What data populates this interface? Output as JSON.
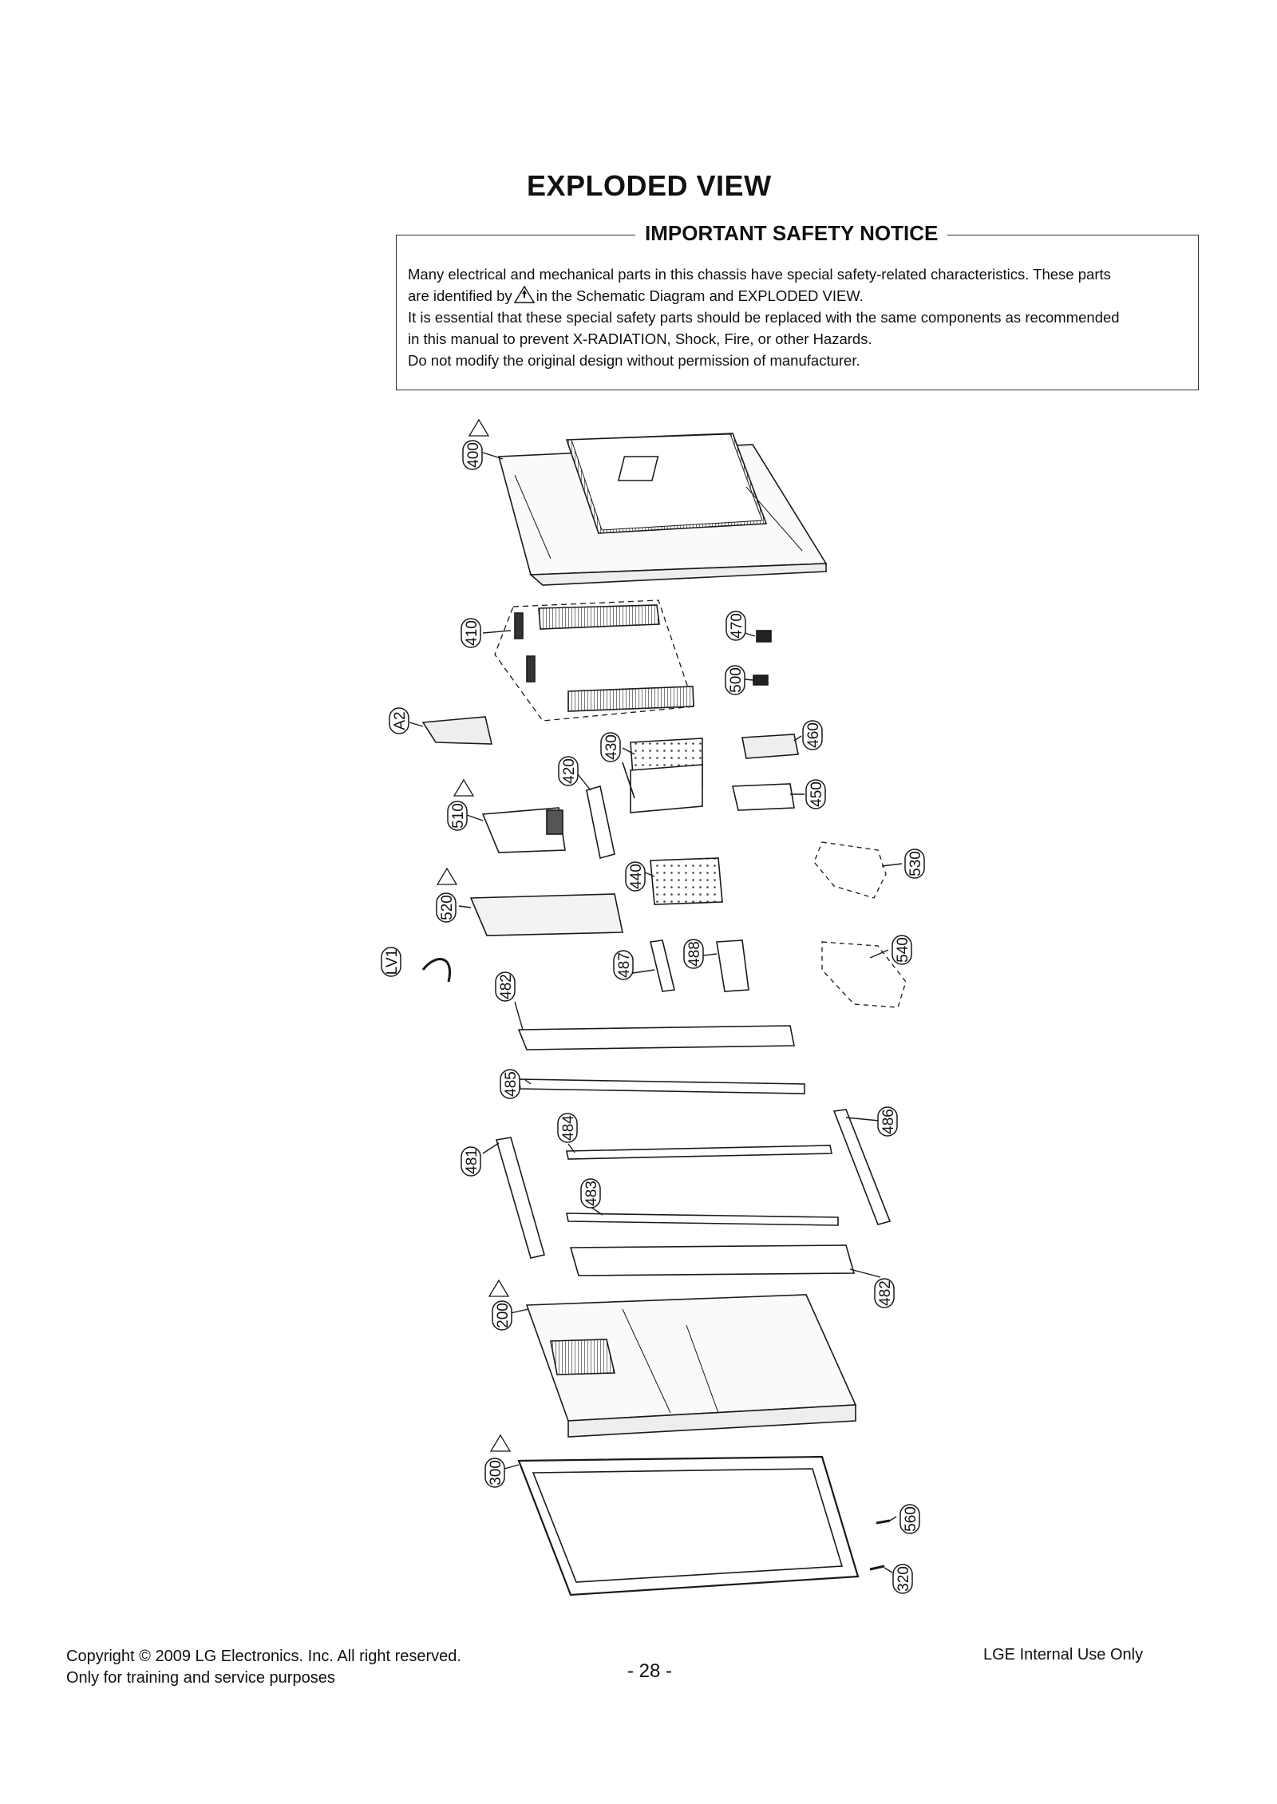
{
  "title": "EXPLODED VIEW",
  "notice": {
    "heading": "IMPORTANT SAFETY NOTICE",
    "line1": "Many electrical and mechanical parts in this chassis have special safety-related characteristics. These parts",
    "line2_before": "are identified by",
    "line2_after": "in the Schematic Diagram and EXPLODED VIEW.",
    "line3": "It is essential that these special safety parts should be replaced with the same components as recommended",
    "line4": "in this manual to prevent X-RADIATION, Shock, Fire, or other Hazards.",
    "line5": "Do not modify the original design without permission of manufacturer."
  },
  "callouts": {
    "c400": "400",
    "c410": "410",
    "c470": "470",
    "c500": "500",
    "cA2": "A2",
    "c430": "430",
    "c460": "460",
    "c420": "420",
    "c450": "450",
    "c510": "510",
    "c530": "530",
    "c440": "440",
    "c520": "520",
    "c487": "487",
    "c488": "488",
    "c540": "540",
    "cLV1": "LV1",
    "c482a": "482",
    "c485": "485",
    "c484": "484",
    "c486": "486",
    "c481": "481",
    "c483": "483",
    "c482b": "482",
    "c200": "200",
    "c300": "300",
    "c560": "560",
    "c320": "320"
  },
  "footer": {
    "copyright": "Copyright © 2009 LG Electronics. Inc. All right reserved.",
    "purpose": "Only for training and service purposes",
    "page_number": "- 28 -",
    "internal": "LGE Internal Use Only"
  }
}
